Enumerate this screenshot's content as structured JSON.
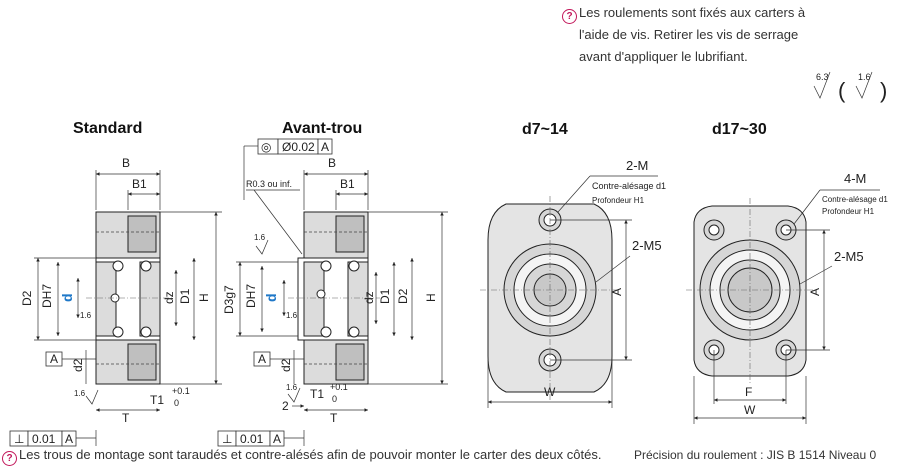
{
  "notes": {
    "top": [
      "Les roulements sont fixés aux carters à",
      "l'aide de vis. Retirer les vis de serrage",
      "avant d'appliquer le lubrifiant."
    ],
    "bottom_left": "Les trous de montage sont taraudés et contre-alésés afin de pouvoir monter le carter des deux côtés.",
    "bottom_right": "Précision du roulement : JIS B 1514 Niveau 0",
    "icon_glyph": "?"
  },
  "surface": {
    "main": "6.3",
    "secondary": "1.6"
  },
  "views": {
    "standard": {
      "title": "Standard"
    },
    "avant_trou": {
      "title": "Avant-trou"
    },
    "d7_14": {
      "title": "d7~14"
    },
    "d17_30": {
      "title": "d17~30"
    }
  },
  "dims": {
    "B": "B",
    "B1": "B1",
    "D2": "D2",
    "DH7": "DH7",
    "d": "d",
    "dz": "dz",
    "D1": "D1",
    "H": "H",
    "A": "A",
    "d2": "d2",
    "T": "T",
    "T1": "T1",
    "tol_plus": "+0.1",
    "tol_zero": "0",
    "D3g7": "D3g7",
    "two": "2",
    "r_note": "R0.3 ou inf.",
    "roughness": "1.6",
    "conc_sym": "◎",
    "conc_val": "Ø0.02",
    "conc_datum": "A",
    "perp_sym": "⊥",
    "perp_val": "0.01",
    "perp_datum": "A",
    "W": "W",
    "F": "F",
    "two_m": "2-M",
    "four_m": "4-M",
    "two_m5": "2-M5",
    "counterbore": "Contre-alésage d1",
    "depth": "Profondeur H1"
  }
}
